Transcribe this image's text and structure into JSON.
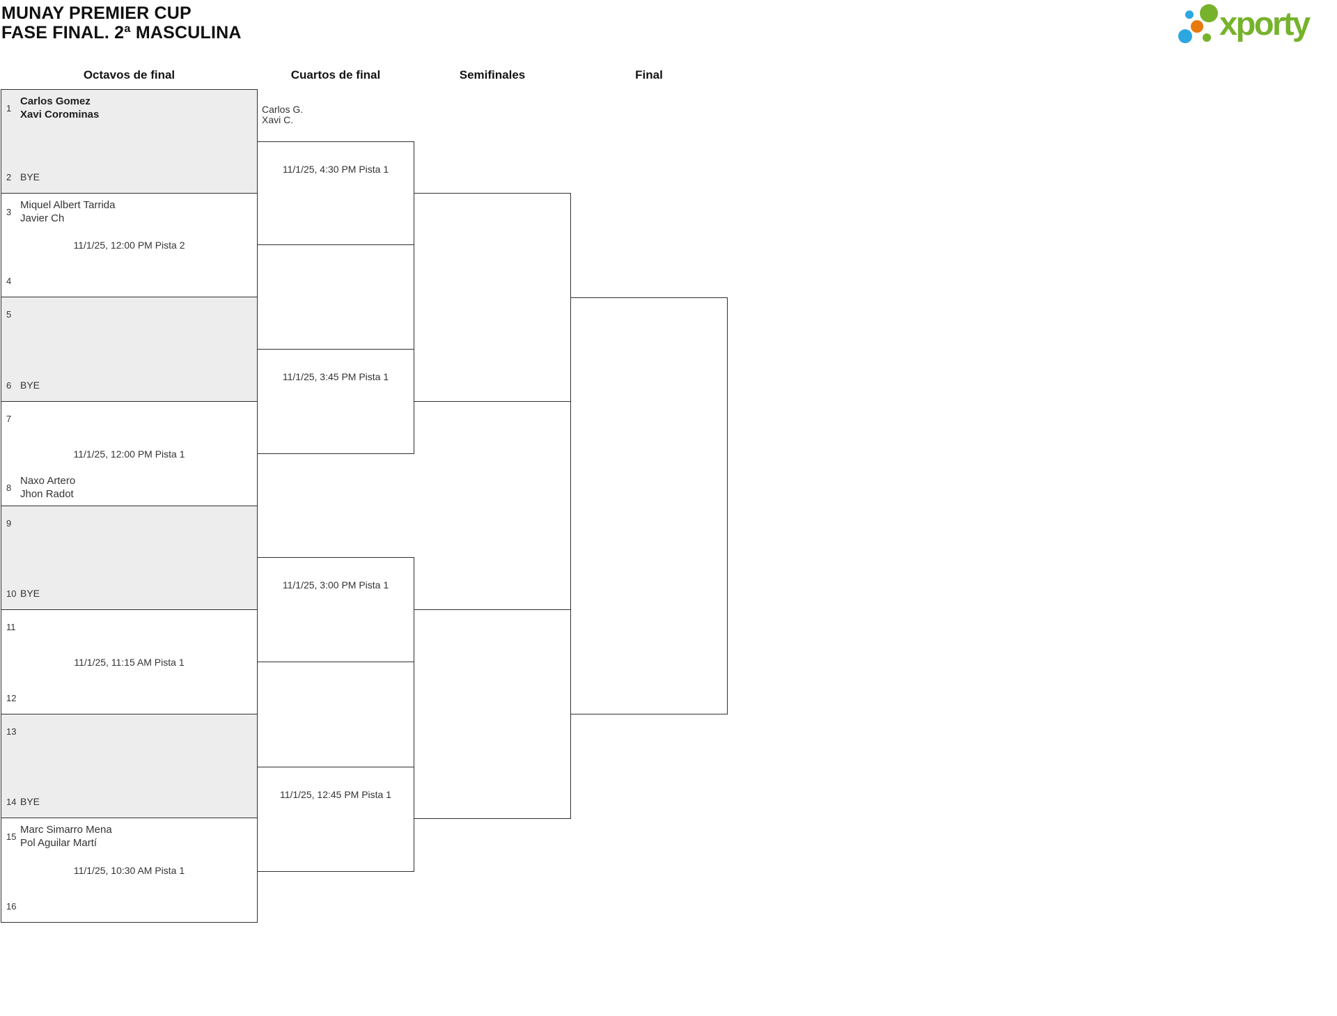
{
  "title": {
    "line1": "MUNAY PREMIER CUP",
    "line2": "FASE FINAL. 2ª MASCULINA"
  },
  "logo": {
    "text": "xporty",
    "green": "#76b22c",
    "blue": "#2da7e0",
    "orange": "#e8790f"
  },
  "rounds": [
    {
      "label": "Octavos de final"
    },
    {
      "label": "Cuartos de final"
    },
    {
      "label": "Semifinales"
    },
    {
      "label": "Final"
    }
  ],
  "r16": [
    {
      "seed_top": "1",
      "top_player1": "Carlos Gomez",
      "top_player2": "Xavi Corominas",
      "seed_bottom": "2",
      "bottom_bye": "BYE"
    },
    {
      "seed_top": "3",
      "top_player1": "Miquel Albert Tarrida",
      "top_player2": "Javier Ch",
      "seed_bottom": "4",
      "time": "11/1/25, 12:00 PM Pista 2"
    },
    {
      "seed_top": "5",
      "seed_bottom": "6",
      "bottom_bye": "BYE"
    },
    {
      "seed_top": "7",
      "seed_bottom": "8",
      "bottom_player1": "Naxo Artero",
      "bottom_player2": "Jhon Radot",
      "time": "11/1/25, 12:00 PM Pista 1"
    },
    {
      "seed_top": "9",
      "seed_bottom": "10",
      "bottom_bye": "BYE"
    },
    {
      "seed_top": "11",
      "seed_bottom": "12",
      "time": "11/1/25, 11:15 AM Pista 1"
    },
    {
      "seed_top": "13",
      "seed_bottom": "14",
      "bottom_bye": "BYE"
    },
    {
      "seed_top": "15",
      "top_player1": "Marc Simarro Mena",
      "top_player2": "Pol Aguilar Martí",
      "seed_bottom": "16",
      "time": "11/1/25, 10:30 AM Pista 1"
    }
  ],
  "qf": [
    {
      "advancing_player1": "Carlos G.",
      "advancing_player2": "Xavi C.",
      "time": "11/1/25, 4:30 PM Pista 1"
    },
    {
      "time": "11/1/25, 3:45 PM Pista 1"
    },
    {
      "time": "11/1/25, 3:00 PM Pista 1"
    },
    {
      "time": "11/1/25, 12:45 PM Pista 1"
    }
  ]
}
